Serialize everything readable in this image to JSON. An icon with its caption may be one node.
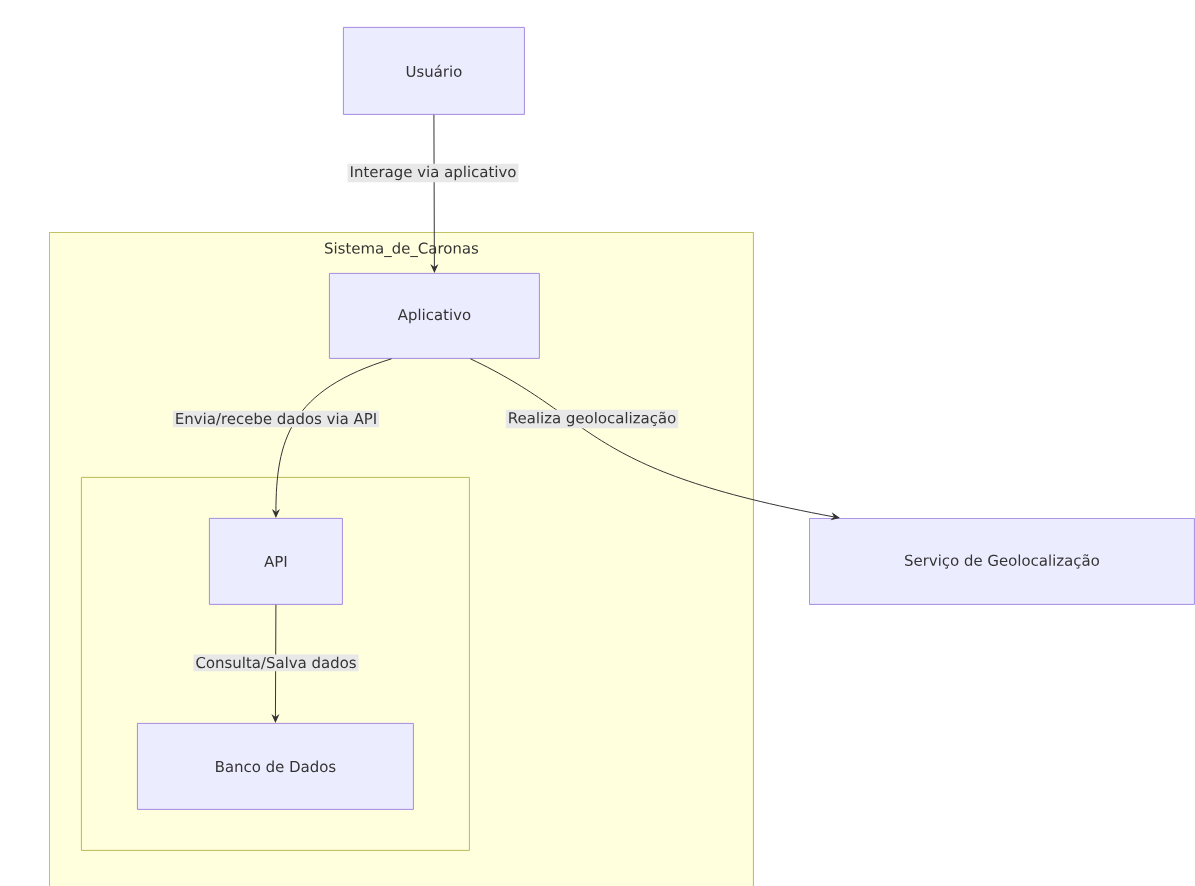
{
  "diagram": {
    "nodes": [
      {
        "text": [
          "Usuário"
        ]
      },
      {
        "text": [
          "Sistema_de_Caronas"
        ]
      },
      {
        "text": [
          "Aplicativo"
        ],
        "in": 1
      },
      {
        "text": [],
        "shape": "box",
        "in": 1
      },
      {
        "text": [
          "API"
        ],
        "in": 3
      },
      {
        "text": [
          "Banco de Dados"
        ],
        "in": 3
      },
      {
        "text": [
          "Serviço de Geolocalização"
        ]
      }
    ],
    "edges": [
      {
        "from": 0,
        "to": 2,
        "arrow": "to",
        "label": "Interage via aplicativo"
      },
      {
        "from": 2,
        "to": 4,
        "arrow": "to",
        "label": "Envia/recebe dados via API"
      },
      {
        "from": 4,
        "to": 5,
        "arrow": "to",
        "label": "Consulta/Salva dados"
      },
      {
        "from": 2,
        "to": 6,
        "arrow": "to",
        "label": "Realiza geolocalização"
      }
    ]
  }
}
